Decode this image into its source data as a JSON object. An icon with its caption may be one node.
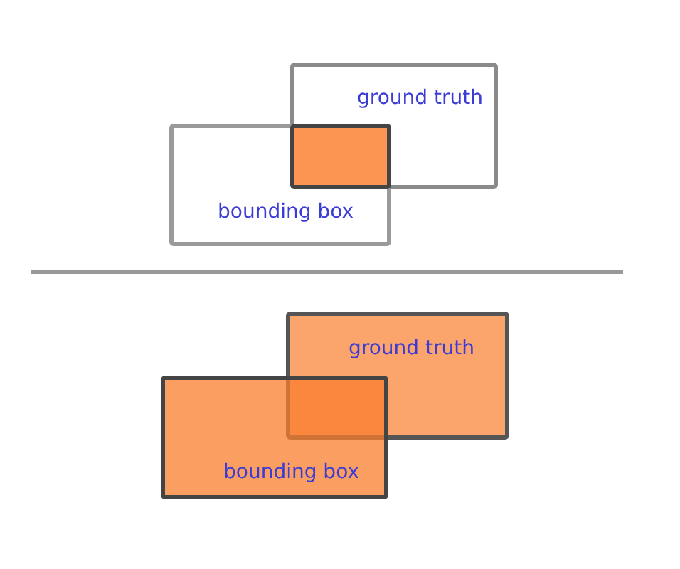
{
  "diagram": {
    "nodes": [
      {
        "text": [
          "ground truth"
        ]
      },
      {
        "text": [
          "bounding box"
        ]
      },
      {
        "text": [],
        "shape": "box"
      },
      {
        "text": [
          "ground truth"
        ]
      },
      {
        "text": [
          "bounding box"
        ]
      }
    ]
  }
}
